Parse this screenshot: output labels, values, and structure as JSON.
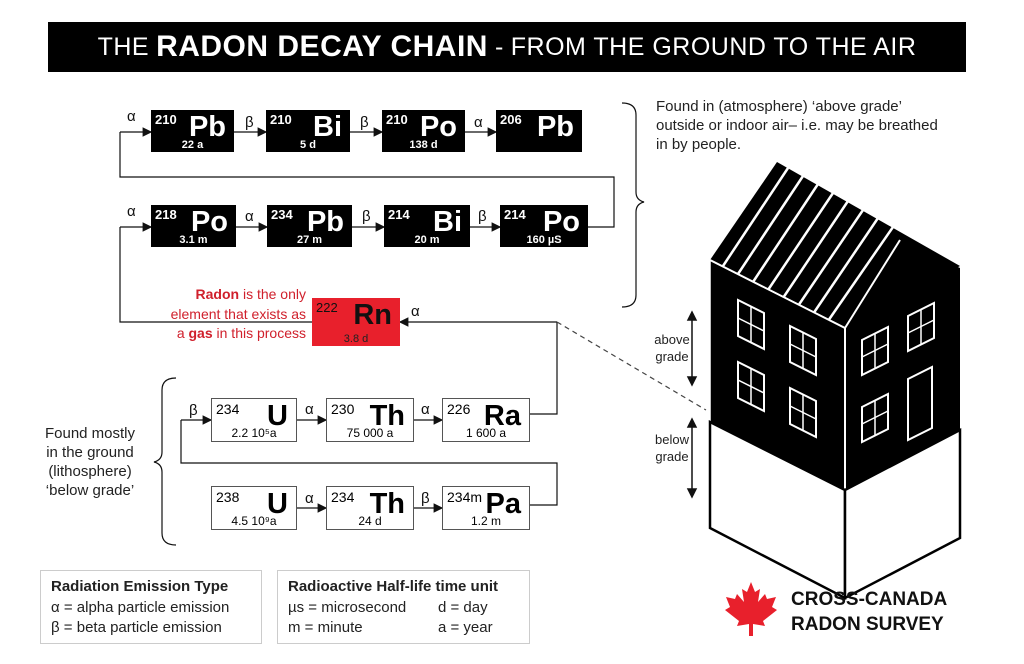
{
  "title": {
    "pre": "THE",
    "main": "RADON DECAY CHAIN",
    "sep": "-",
    "post": "FROM THE GROUND TO THE AIR"
  },
  "elements": {
    "pb210": {
      "mass": "210",
      "symbol": "Pb",
      "half_life": "22 a"
    },
    "bi210": {
      "mass": "210",
      "symbol": "Bi",
      "half_life": "5 d"
    },
    "po210": {
      "mass": "210",
      "symbol": "Po",
      "half_life": "138 d"
    },
    "pb206": {
      "mass": "206",
      "symbol": "Pb",
      "half_life": ""
    },
    "po218": {
      "mass": "218",
      "symbol": "Po",
      "half_life": "3.1 m"
    },
    "pb234": {
      "mass": "234",
      "symbol": "Pb",
      "half_life": "27 m"
    },
    "bi214": {
      "mass": "214",
      "symbol": "Bi",
      "half_life": "20 m"
    },
    "po214": {
      "mass": "214",
      "symbol": "Po",
      "half_life": "160 µS"
    },
    "rn222": {
      "mass": "222",
      "symbol": "Rn",
      "half_life": "3.8 d"
    },
    "u234": {
      "mass": "234",
      "symbol": "U",
      "half_life": "2.2 10⁵a"
    },
    "th230": {
      "mass": "230",
      "symbol": "Th",
      "half_life": "75 000 a"
    },
    "ra226": {
      "mass": "226",
      "symbol": "Ra",
      "half_life": "1 600 a"
    },
    "u238": {
      "mass": "238",
      "symbol": "U",
      "half_life": "4.5 10⁹a"
    },
    "th234": {
      "mass": "234",
      "symbol": "Th",
      "half_life": "24 d"
    },
    "pa234m": {
      "mass": "234m",
      "symbol": "Pa",
      "half_life": "1.2 m"
    }
  },
  "decay": {
    "alpha": "α",
    "beta": "β"
  },
  "notes": {
    "atmosphere": [
      "Found in (atmosphere) ‘above grade’",
      "outside or indoor air– i.e. may be breathed",
      "in by people."
    ],
    "ground": [
      "Found mostly",
      "in the ground",
      "(lithosphere)",
      "‘below grade’"
    ],
    "radon": {
      "w1": "Radon",
      "t1": " is the only",
      "t2": "element that exists as",
      "t3": "a ",
      "w2": "gas",
      "t4": " in this process"
    }
  },
  "house": {
    "above": [
      "above",
      "grade"
    ],
    "below": [
      "below",
      "grade"
    ]
  },
  "legend_emission": {
    "title": "Radiation Emission Type",
    "items": [
      "α = alpha particle emission",
      "β = beta particle emission"
    ]
  },
  "legend_halflife": {
    "title": "Radioactive Half-life time unit",
    "items": [
      "µs = microsecond",
      "m = minute",
      "d = day",
      "a = year"
    ]
  },
  "brand": {
    "line1": "CROSS-CANADA",
    "line2": "RADON SURVEY"
  },
  "colors": {
    "accent_red": "#e8202c",
    "black": "#000000"
  }
}
